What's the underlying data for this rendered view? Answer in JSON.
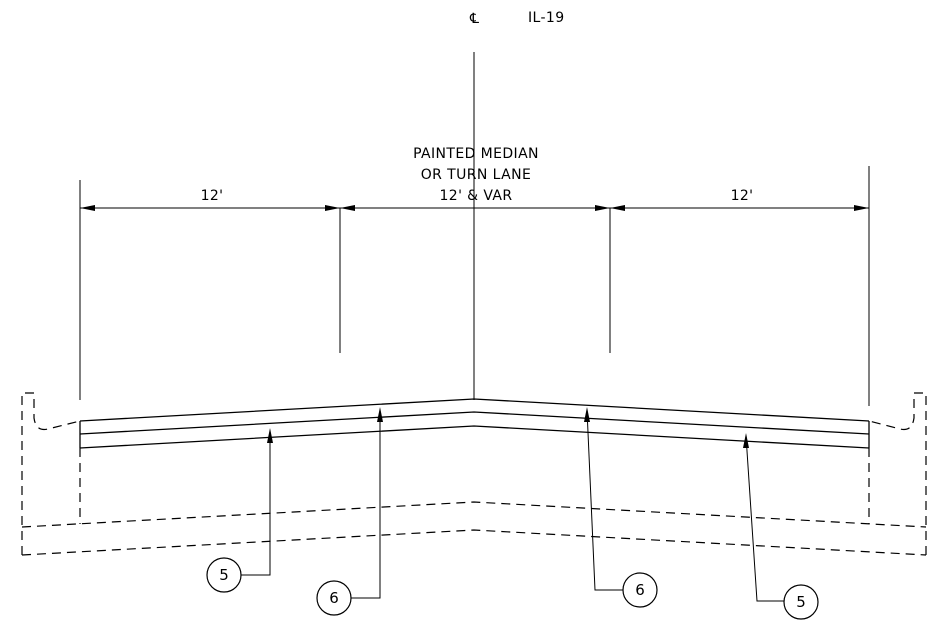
{
  "centerline": {
    "symbol": "℄",
    "route": "IL-19"
  },
  "median": {
    "line1": "PAINTED MEDIAN",
    "line2": "OR TURN LANE"
  },
  "dimensions": {
    "left_lane": "12'",
    "center_lane": "12' & VAR",
    "right_lane": "12'"
  },
  "callouts": {
    "left_outer": "5",
    "left_inner": "6",
    "right_inner": "6",
    "right_outer": "5"
  }
}
